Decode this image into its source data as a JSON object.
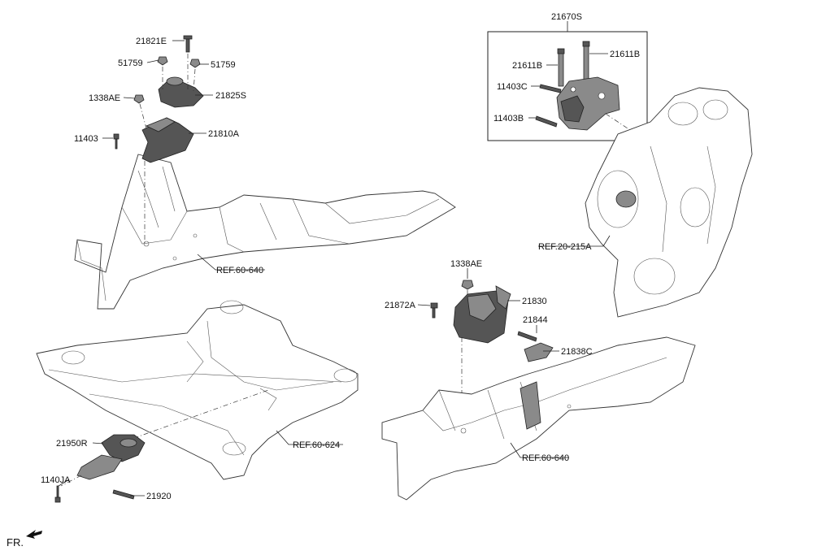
{
  "labels": {
    "p21821E": "21821E",
    "p51759a": "51759",
    "p51759b": "51759",
    "p1338AE_top": "1338AE",
    "p21825S": "21825S",
    "p11403": "11403",
    "p21810A": "21810A",
    "ref60640_top": "REF.60-640",
    "p21670S": "21670S",
    "p21611B_left": "21611B",
    "p21611B_right": "21611B",
    "p11403C": "11403C",
    "p11403B": "11403B",
    "ref20215A": "REF.20-215A",
    "p1338AE_mid": "1338AE",
    "p21872A": "21872A",
    "p21830": "21830",
    "p21844": "21844",
    "p21838C": "21838C",
    "ref60640_bottom": "REF.60-640",
    "ref60624": "REF.60-624",
    "p21950R": "21950R",
    "p1140JA": "1140JA",
    "p21920": "21920",
    "fr": "FR."
  }
}
